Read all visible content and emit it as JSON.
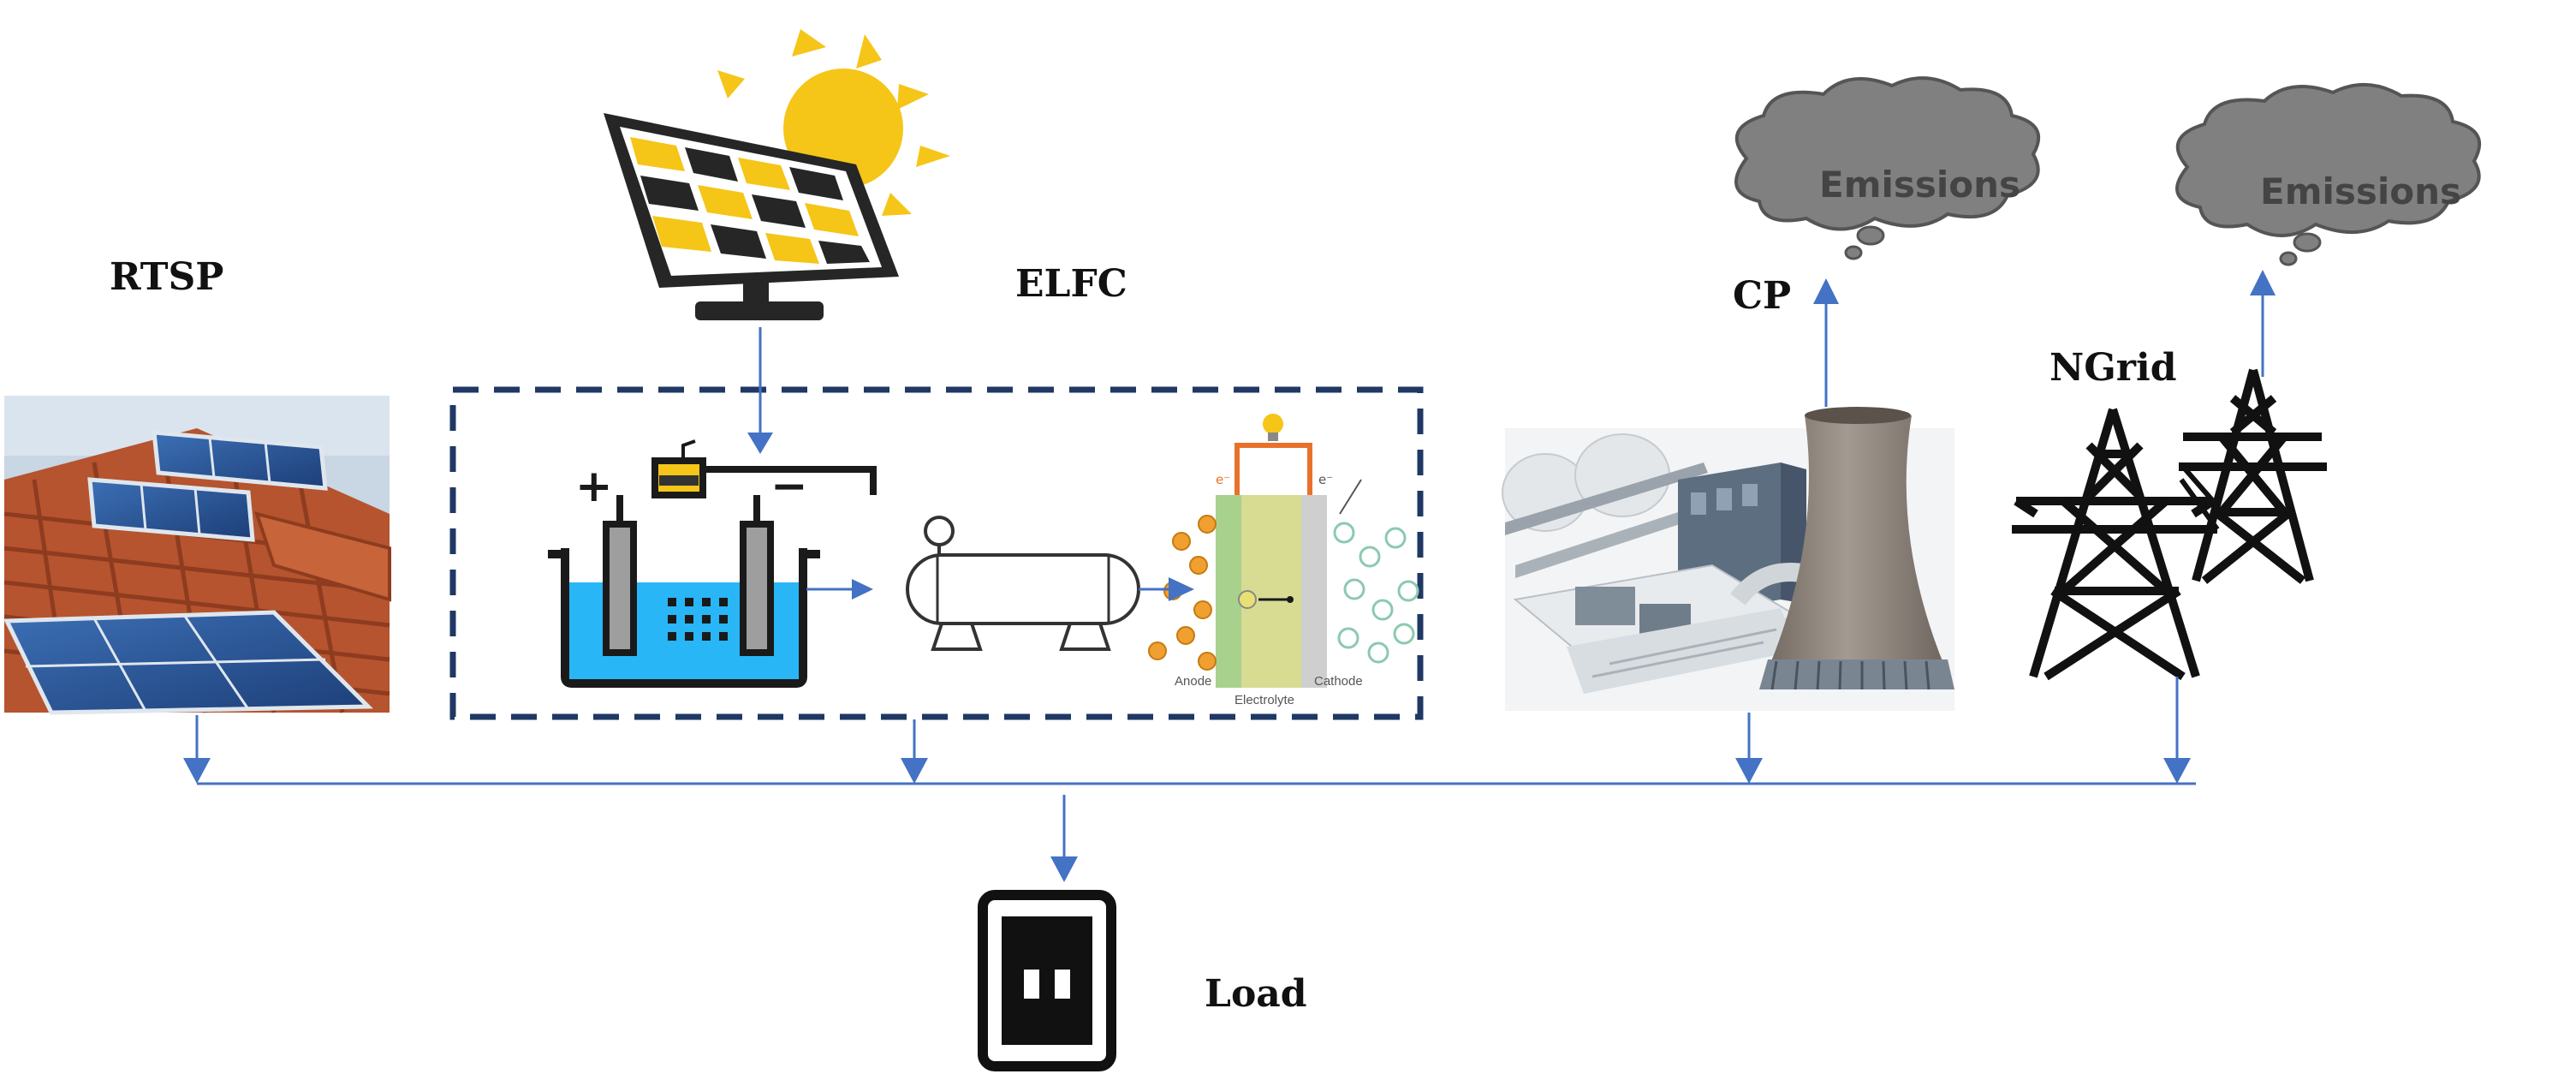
{
  "labels": {
    "rtsp": "RTSP",
    "elfc": "ELFC",
    "cp": "CP",
    "ngrid": "NGrid",
    "load": "Load"
  },
  "clouds": {
    "cp_emissions": "Emissions",
    "ngrid_emissions": "Emissions"
  },
  "fuel_cell": {
    "anode": "Anode",
    "electrolyte": "Electrolyte",
    "cathode": "Cathode",
    "electron_left": "e⁻",
    "electron_right": "e⁻"
  },
  "electrolyzer": {
    "plus": "+",
    "minus": "−"
  },
  "colors": {
    "arrow": "#4472c4",
    "box_border": "#1f3864",
    "sun": "#f5c518",
    "water": "#29b6f6",
    "cloud": "#808080",
    "tower_concrete": "#8a8078",
    "roof_tiles": "#b5542f"
  },
  "icons": {
    "solar_panel_sun": "solar-panel-sun-icon",
    "electrolyzer": "electrolyzer-icon",
    "hydrogen_tank": "hydrogen-tank-icon",
    "fuel_cell": "fuel-cell-icon",
    "power_plant": "power-plant-icon",
    "transmission_tower": "transmission-tower-icon",
    "power_socket": "power-socket-icon",
    "cloud": "cloud-icon"
  }
}
